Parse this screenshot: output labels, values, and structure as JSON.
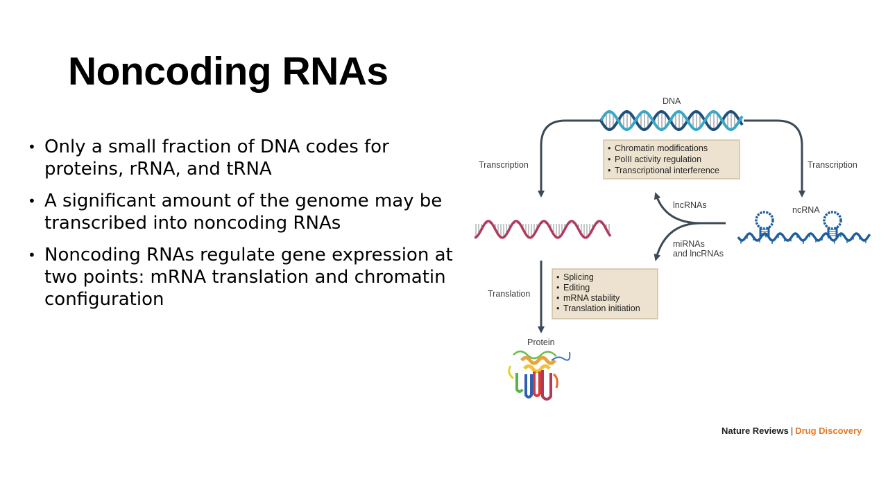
{
  "slide": {
    "title": "Noncoding RNAs",
    "bullets": [
      "Only a small fraction of DNA codes for proteins, rRNA, and tRNA",
      "A significant amount of the genome may be transcribed into noncoding RNAs",
      "Noncoding RNAs regulate gene expression at two points: mRNA translation and chromatin configuration"
    ]
  },
  "diagram": {
    "dna_label": "DNA",
    "transcription_left": "Transcription",
    "transcription_right": "Transcription",
    "chromatin_box": [
      "Chromatin modifications",
      "PolII activity regulation",
      "Transcriptional interference"
    ],
    "lncrnas_label": "lncRNAs",
    "mirnas_label_1": "miRNAs",
    "mirnas_label_2": "and lncRNAs",
    "ncrna_label": "ncRNA",
    "translation_label": "Translation",
    "translation_box": [
      "Splicing",
      "Editing",
      "mRNA stability",
      "Translation initiation"
    ],
    "protein_label": "Protein",
    "colors": {
      "dna_dark": "#1f4f7a",
      "dna_light": "#3aa7c6",
      "mrna": "#b03a5b",
      "ncrna": "#1f5fa0",
      "arrow": "#3b4a56",
      "box_fill": "#ede2cf",
      "box_stroke": "#c8b799"
    }
  },
  "credit": {
    "publisher": "Nature Reviews",
    "separator": "|",
    "journal": "Drug Discovery"
  }
}
